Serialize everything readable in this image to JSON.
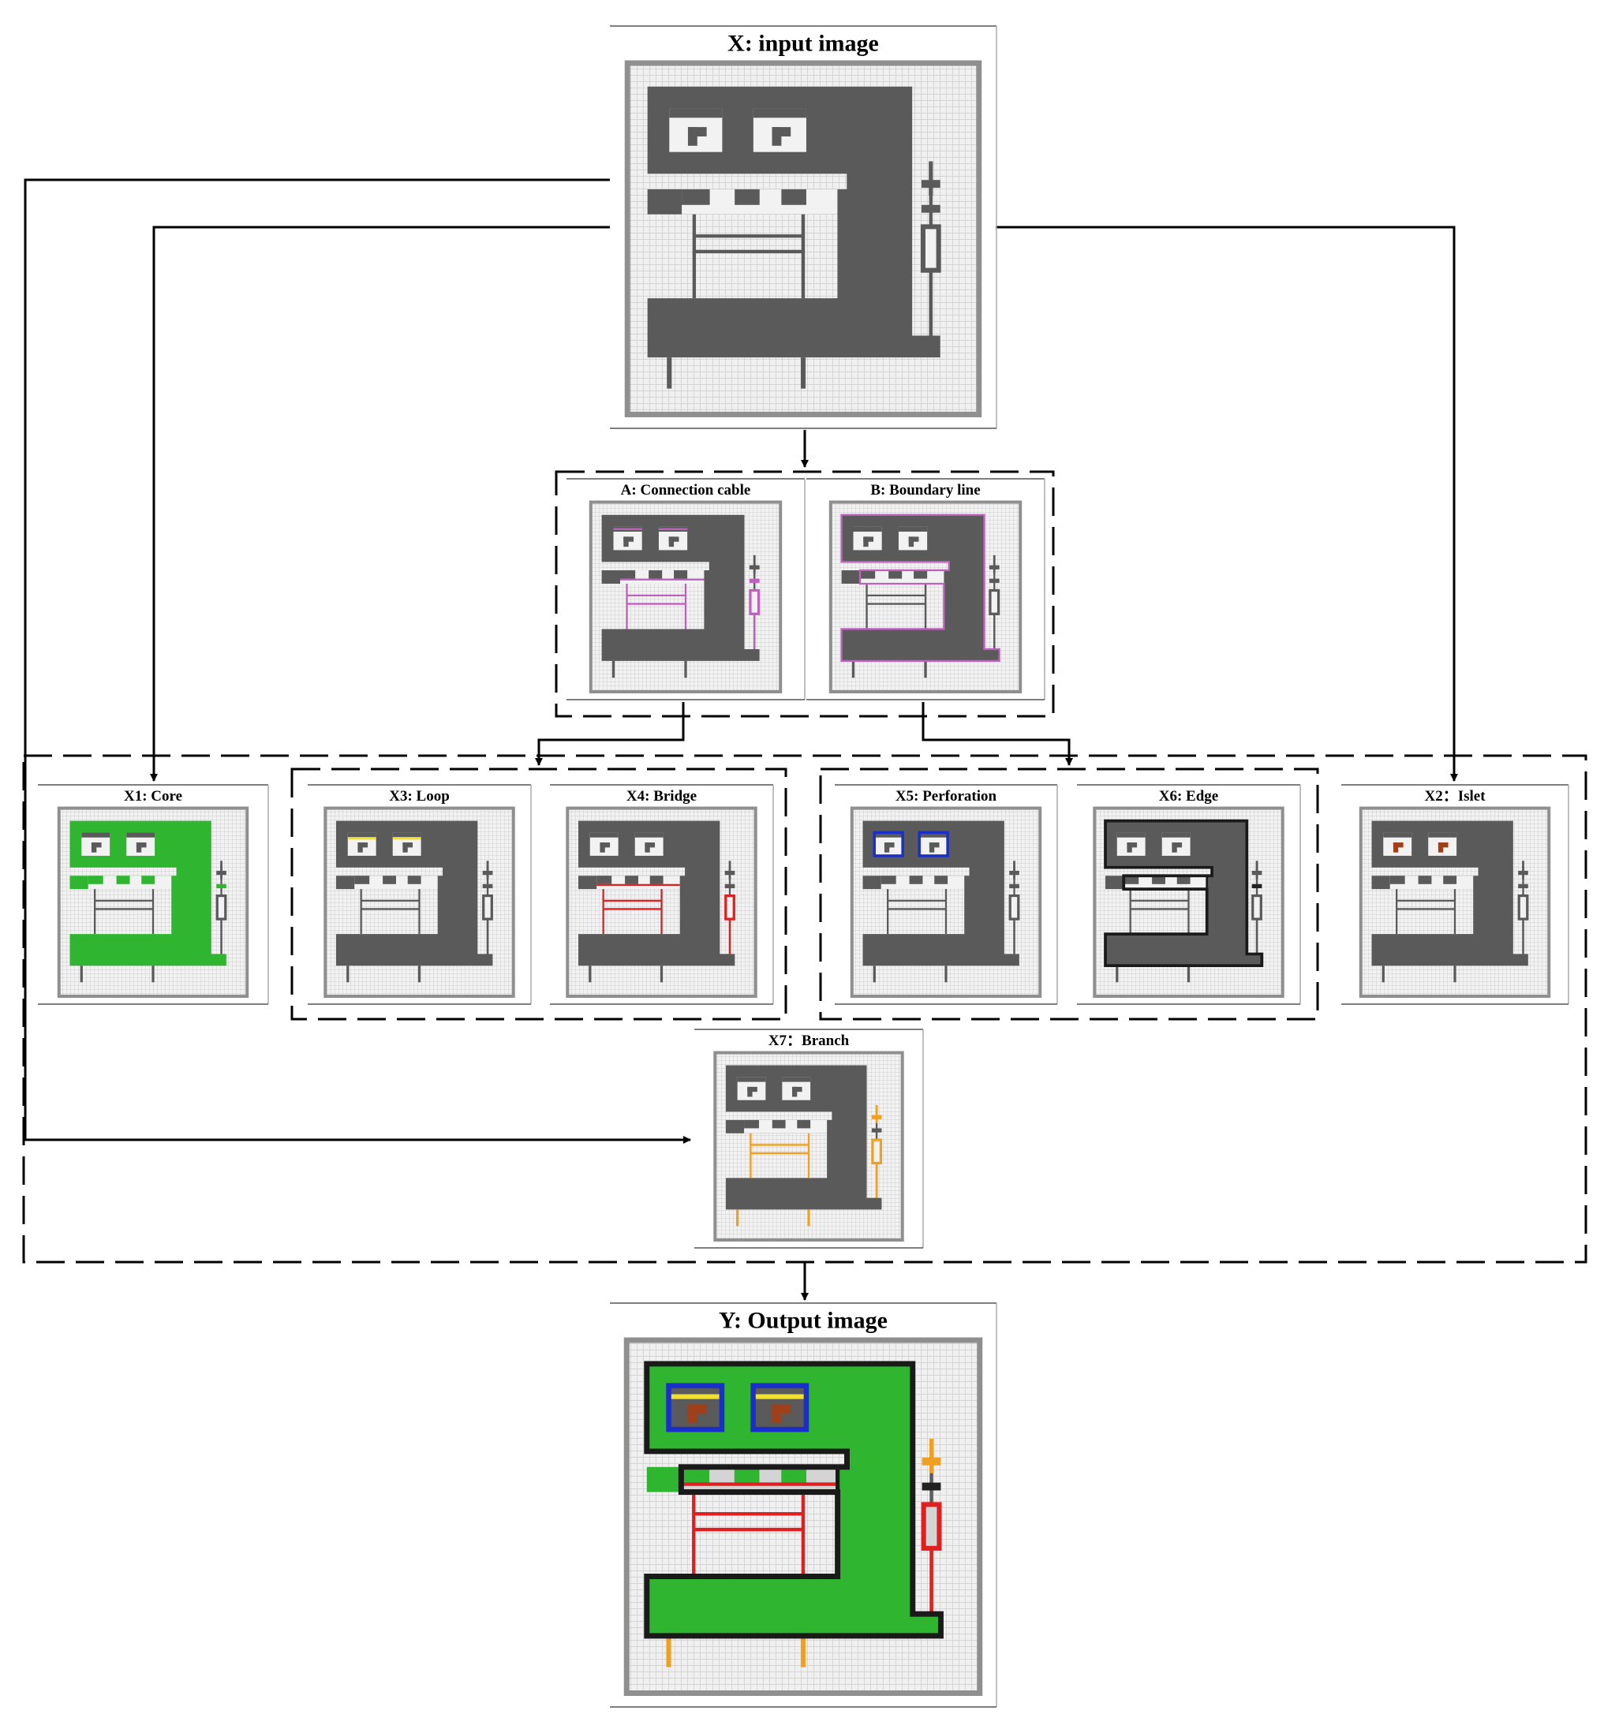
{
  "panels": {
    "input": {
      "title": "X: input image"
    },
    "a": {
      "title": "A: Connection cable"
    },
    "b": {
      "title": "B: Boundary line"
    },
    "x1": {
      "title": "X1: Core"
    },
    "x2": {
      "title": "X2：Islet"
    },
    "x3": {
      "title": "X3: Loop"
    },
    "x4": {
      "title": "X4: Bridge"
    },
    "x5": {
      "title": "X5: Perforation"
    },
    "x6": {
      "title": "X6: Edge"
    },
    "x7": {
      "title": "X7：Branch"
    },
    "output": {
      "title": "Y: Output image"
    }
  },
  "colors": {
    "shape": "#5a5a5a",
    "background": "#f1f1f1",
    "grid": "#bdbdbd",
    "frame": "#8f8f8f",
    "core": "#2fb52f",
    "connection": "#c060c0",
    "loop": "#f0e030",
    "bridge": "#e02020",
    "perforation": "#1a2ecc",
    "edge": "#1a1a1a",
    "islet": "#a0401a",
    "branch": "#f0a020"
  }
}
